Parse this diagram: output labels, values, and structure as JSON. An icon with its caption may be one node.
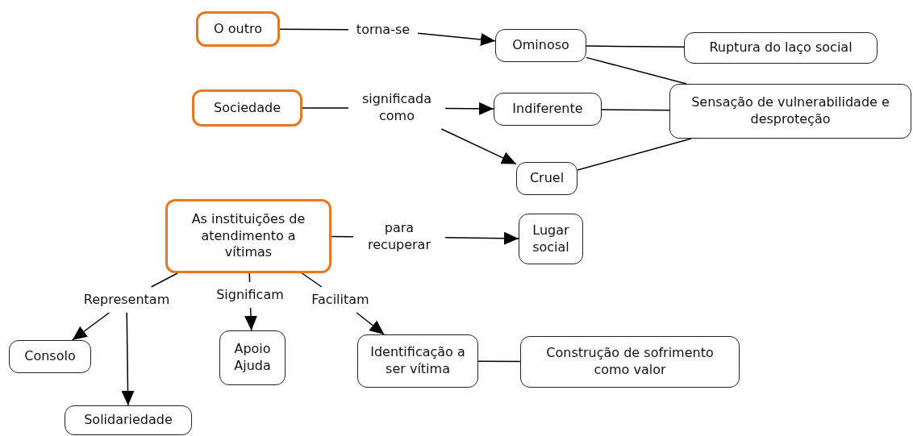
{
  "diagram": {
    "nodes": [
      {
        "text": [
          "O outro"
        ]
      },
      {
        "text": [
          "torna-se"
        ]
      },
      {
        "text": [
          "Ominoso"
        ]
      },
      {
        "text": [
          "Ruptura do laço social"
        ]
      },
      {
        "text": [
          "Sociedade"
        ]
      },
      {
        "text": [
          "significada como"
        ]
      },
      {
        "text": [
          "Indiferente"
        ]
      },
      {
        "text": [
          "Sensação de vulnerabilidade e desproteção"
        ]
      },
      {
        "text": [
          "Cruel"
        ]
      },
      {
        "text": [
          "As instituições de atendimento a vítimas"
        ]
      },
      {
        "text": [
          "para recuperar"
        ]
      },
      {
        "text": [
          "Lugar social"
        ]
      },
      {
        "text": [
          "Representam"
        ]
      },
      {
        "text": [
          "Significam"
        ]
      },
      {
        "text": [
          "Facilitam"
        ]
      },
      {
        "text": [
          "Consolo"
        ]
      },
      {
        "text": [
          "Apoio Ajuda"
        ]
      },
      {
        "text": [
          "Identificação a ser vítima"
        ]
      },
      {
        "text": [
          "Construção de sofrimento como valor"
        ]
      },
      {
        "text": [
          "Solidariedade"
        ]
      }
    ],
    "edges": [
      {
        "from": 0,
        "to": 1,
        "arrow": "none"
      },
      {
        "from": 1,
        "to": 2,
        "arrow": "to"
      },
      {
        "from": 2,
        "to": 3,
        "arrow": "none"
      },
      {
        "from": 2,
        "to": 7,
        "arrow": "none"
      },
      {
        "from": 4,
        "to": 5,
        "arrow": "none"
      },
      {
        "from": 5,
        "to": 6,
        "arrow": "to"
      },
      {
        "from": 5,
        "to": 8,
        "arrow": "to"
      },
      {
        "from": 6,
        "to": 7,
        "arrow": "none"
      },
      {
        "from": 8,
        "to": 7,
        "arrow": "none"
      },
      {
        "from": 9,
        "to": 10,
        "arrow": "none"
      },
      {
        "from": 10,
        "to": 11,
        "arrow": "to"
      },
      {
        "from": 9,
        "to": 12,
        "arrow": "none"
      },
      {
        "from": 12,
        "to": 15,
        "arrow": "to"
      },
      {
        "from": 12,
        "to": 19,
        "arrow": "to"
      },
      {
        "from": 9,
        "to": 13,
        "arrow": "none"
      },
      {
        "from": 13,
        "to": 16,
        "arrow": "to"
      },
      {
        "from": 9,
        "to": 14,
        "arrow": "none"
      },
      {
        "from": 14,
        "to": 17,
        "arrow": "to"
      },
      {
        "from": 17,
        "to": 18,
        "arrow": "none"
      }
    ]
  }
}
